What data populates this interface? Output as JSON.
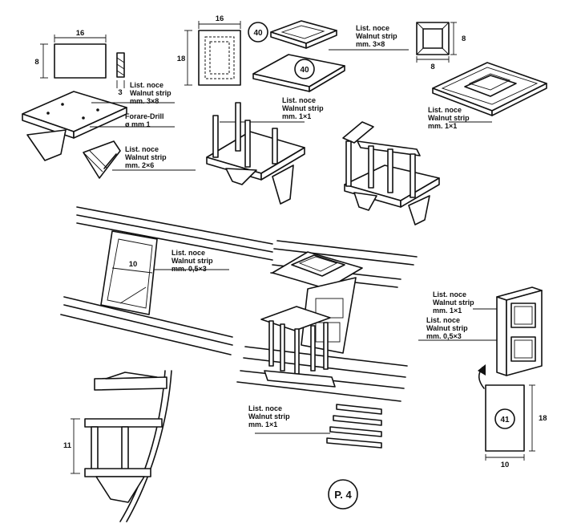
{
  "labels": {
    "walnut_3x8": [
      "List. noce",
      "Walnut strip",
      "mm. 3×8"
    ],
    "drill": [
      "Forare-Drill",
      "ø mm 1"
    ],
    "walnut_2x6": [
      "List. noce",
      "Walnut strip",
      "mm. 2×6"
    ],
    "walnut_1x1_a": [
      "List. noce",
      "Walnut strip",
      "mm. 1×1"
    ],
    "walnut_3x8_b": [
      "List. noce",
      "Walnut strip",
      "mm. 3×8"
    ],
    "walnut_1x1_b": [
      "List. noce",
      "Walnut strip",
      "mm. 1×1"
    ],
    "walnut_05x3_a": [
      "List. noce",
      "Walnut strip",
      "mm. 0,5×3"
    ],
    "walnut_1x1_c": [
      "List. noce",
      "Walnut strip",
      "mm. 1×1"
    ],
    "walnut_05x3_b": [
      "List. noce",
      "Walnut strip",
      "mm. 0,5×3"
    ],
    "walnut_1x1_d": [
      "List. noce",
      "Walnut strip",
      "mm. 1×1"
    ]
  },
  "dimensions": {
    "d16a": "16",
    "d8a": "8",
    "d3": "3",
    "d16b": "16",
    "d18a": "18",
    "d8b": "8",
    "d8c": "8",
    "d10a": "10",
    "d11": "11",
    "d18b": "18",
    "d10b": "10"
  },
  "parts": {
    "p40a": "40",
    "p40b": "40",
    "p41": "41"
  },
  "page": "P. 4"
}
